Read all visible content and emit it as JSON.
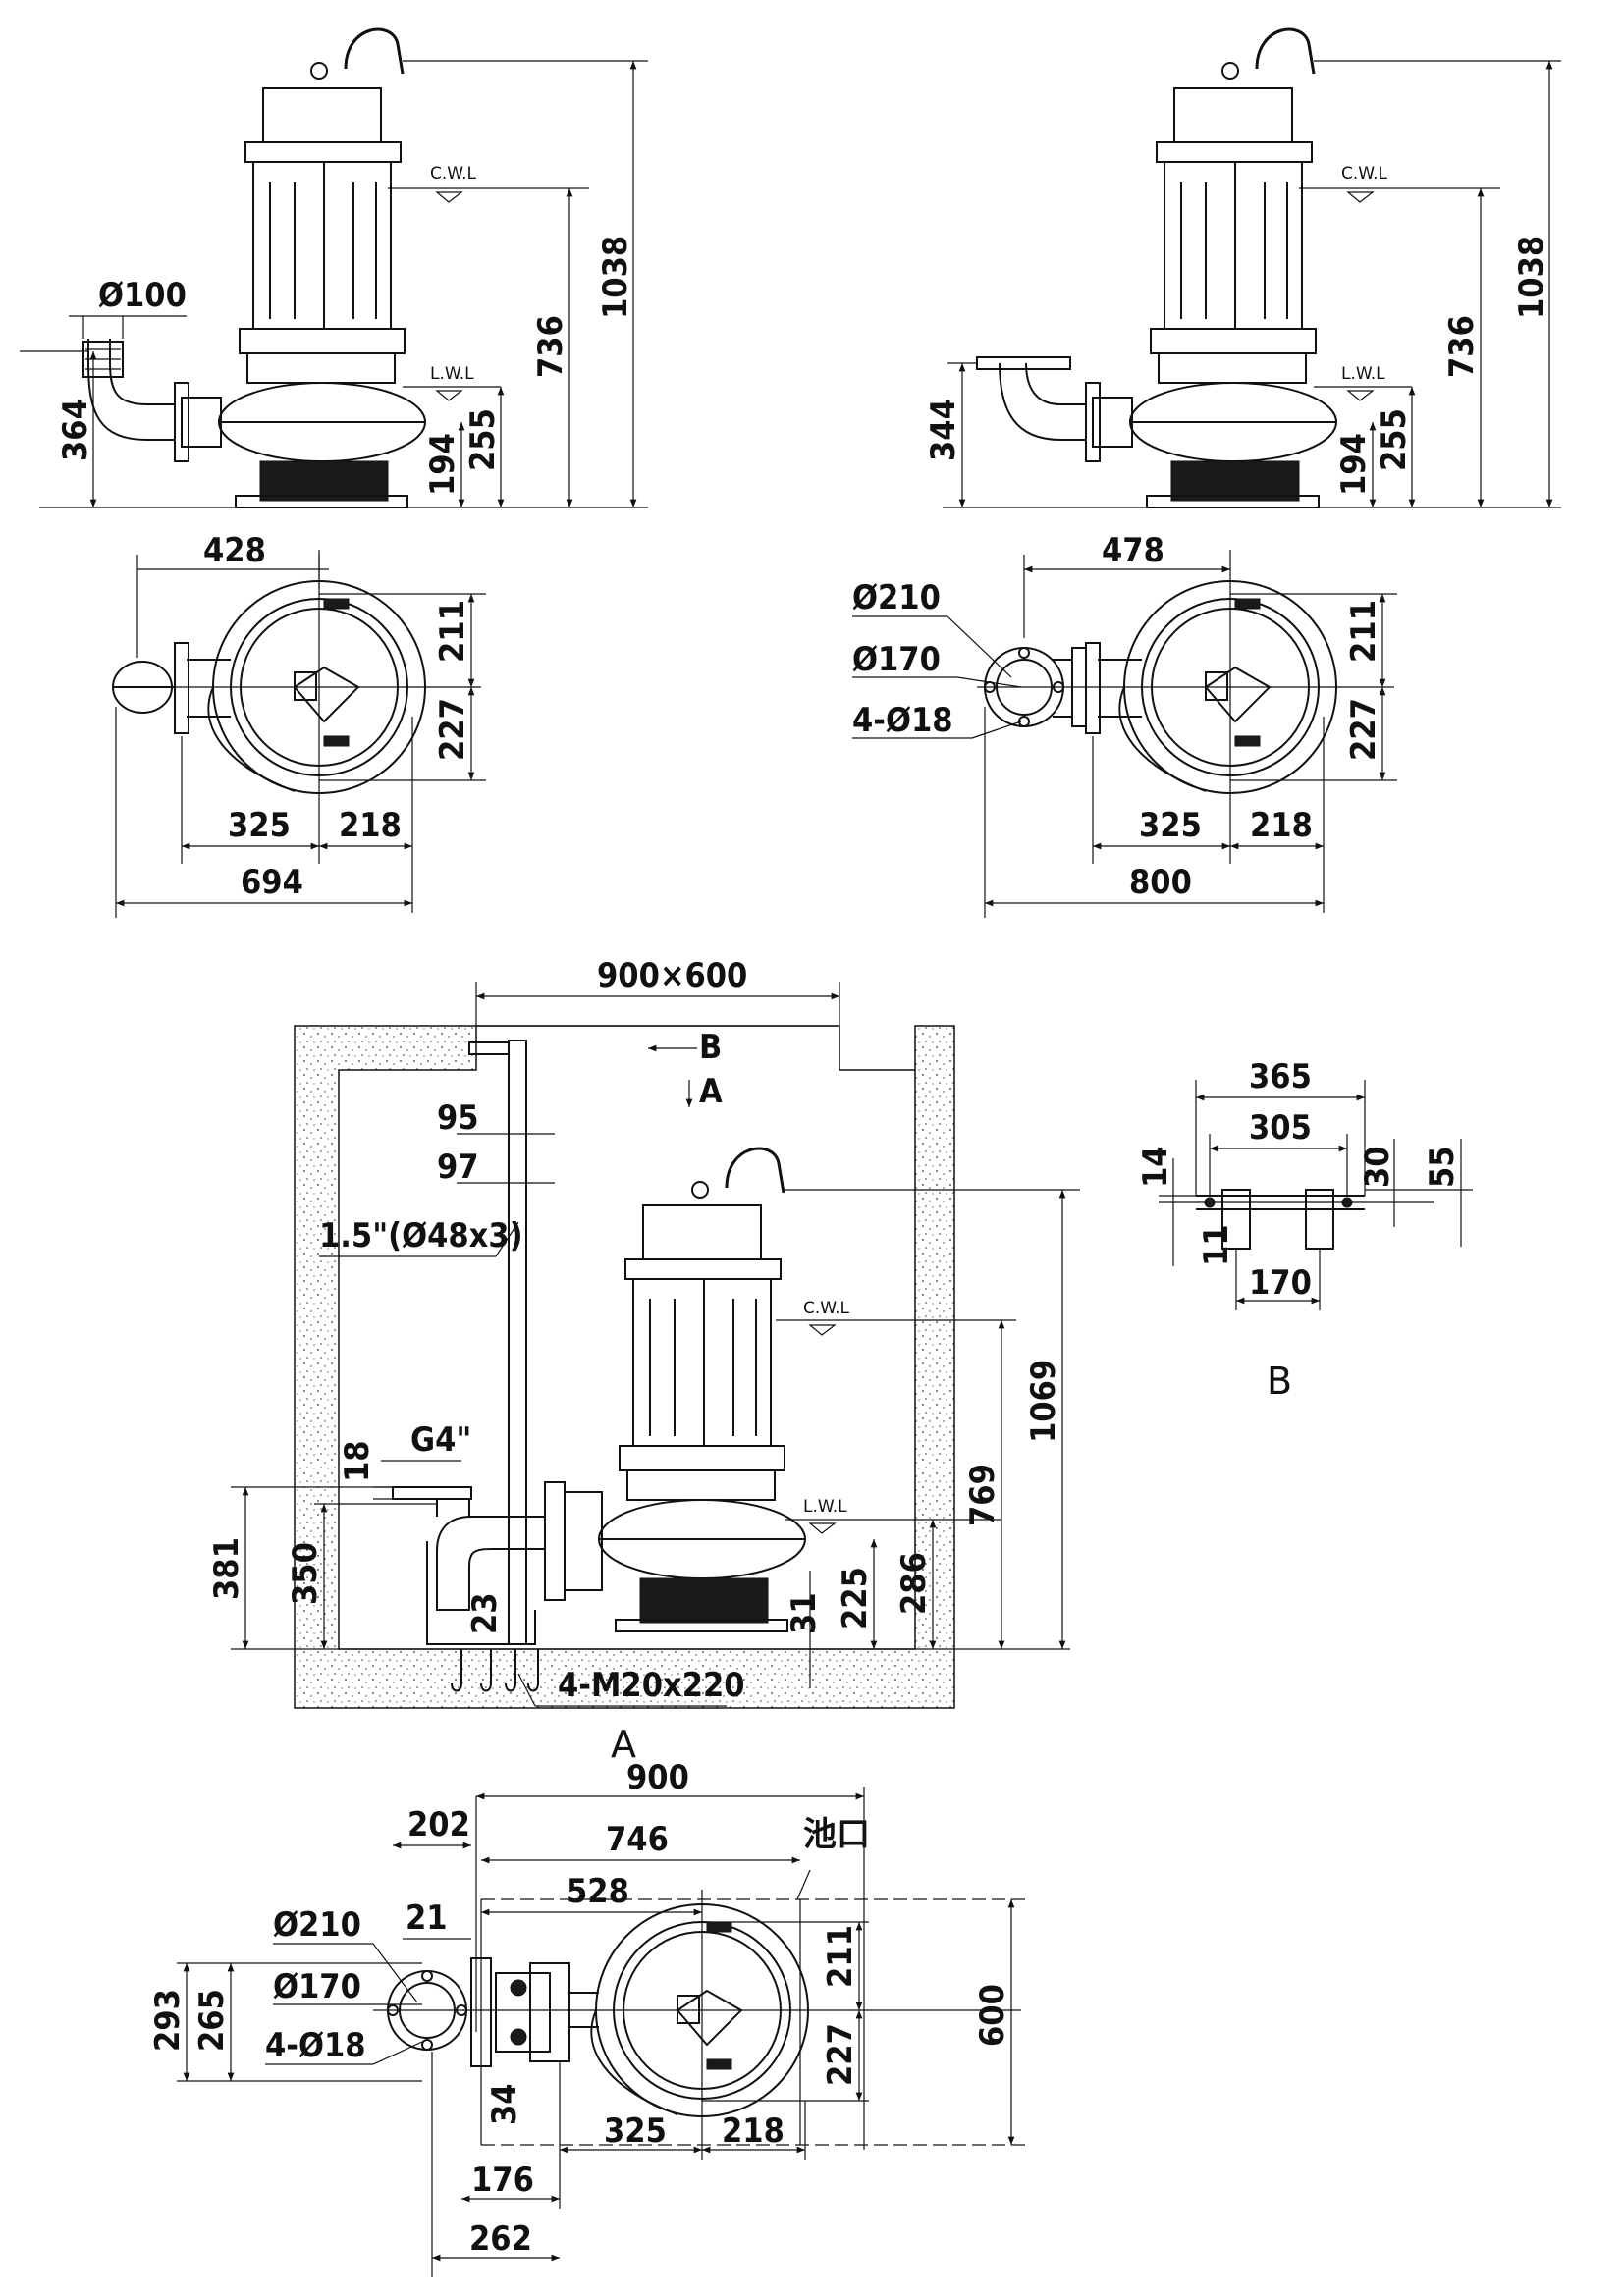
{
  "labels": {
    "cwl": "C.W.L",
    "lwl": "L.W.L",
    "view_b": "B",
    "view_a": "A",
    "arrow_b": "B",
    "arrow_a": "A",
    "pool_edge": "池口"
  },
  "dims_top_left": {
    "d100": "Ø100",
    "h364": "364",
    "h194": "194",
    "h255": "255",
    "h736": "736",
    "h1038": "1038"
  },
  "dims_top_right": {
    "h344": "344",
    "h194": "194",
    "h255": "255",
    "h736": "736",
    "h1038": "1038"
  },
  "dims_plan_left": {
    "w428": "428",
    "h211": "211",
    "h227": "227",
    "w325": "325",
    "w218": "218",
    "w694": "694"
  },
  "dims_plan_right": {
    "w478": "478",
    "d210": "Ø210",
    "d170": "Ø170",
    "holes": "4-Ø18",
    "h211": "211",
    "h227": "227",
    "w325": "325",
    "w218": "218",
    "w800": "800"
  },
  "dims_install": {
    "pit": "900×600",
    "d95": "95",
    "d97": "97",
    "pipe": "1.5\"(Ø48x3)",
    "g4": "G4\"",
    "d18": "18",
    "h381": "381",
    "h350": "350",
    "h23": "23",
    "h31": "31",
    "h225": "225",
    "h286": "286",
    "h769": "769",
    "h1069": "1069",
    "bolts": "4-M20x220"
  },
  "dims_view_b": {
    "w365": "365",
    "w305": "305",
    "w170": "170",
    "h14": "14",
    "h11": "11",
    "h30": "30",
    "h55": "55"
  },
  "dims_plan_a": {
    "w900": "900",
    "w202": "202",
    "w746": "746",
    "w528": "528",
    "w21": "21",
    "d210": "Ø210",
    "d170": "Ø170",
    "holes": "4-Ø18",
    "h293": "293",
    "h265": "265",
    "h211": "211",
    "h227": "227",
    "h600": "600",
    "w34": "34",
    "w325": "325",
    "w218": "218",
    "w176": "176",
    "w262": "262"
  }
}
